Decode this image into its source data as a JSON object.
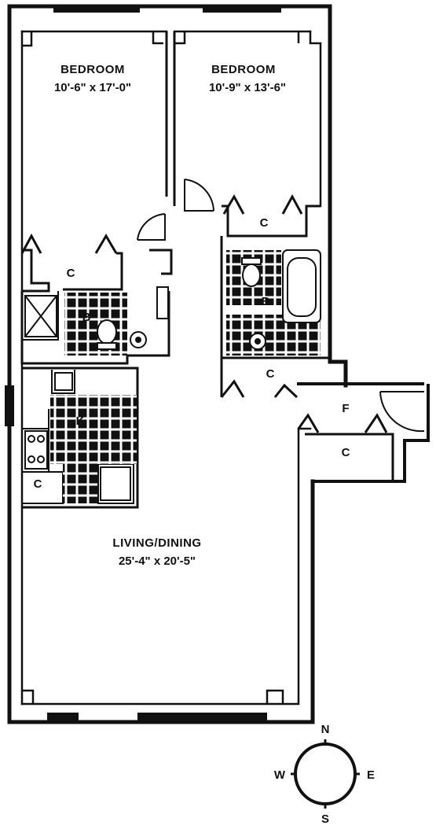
{
  "rooms": {
    "bedroom_1": {
      "name": "BEDROOM",
      "dims": "10'-6\" x 17'-0\""
    },
    "bedroom_2": {
      "name": "BEDROOM",
      "dims": "10'-9\" x 13'-6\""
    },
    "living": {
      "name": "LIVING/DINING",
      "dims": "25'-4\" x 20'-5\""
    }
  },
  "tags": {
    "closet": "C",
    "bath": "B",
    "kitchen": "K",
    "foyer": "F"
  },
  "compass": {
    "n": "N",
    "e": "E",
    "s": "S",
    "w": "W"
  },
  "colors": {
    "ink": "#111111",
    "tile": "#111111",
    "paper": "#ffffff"
  }
}
